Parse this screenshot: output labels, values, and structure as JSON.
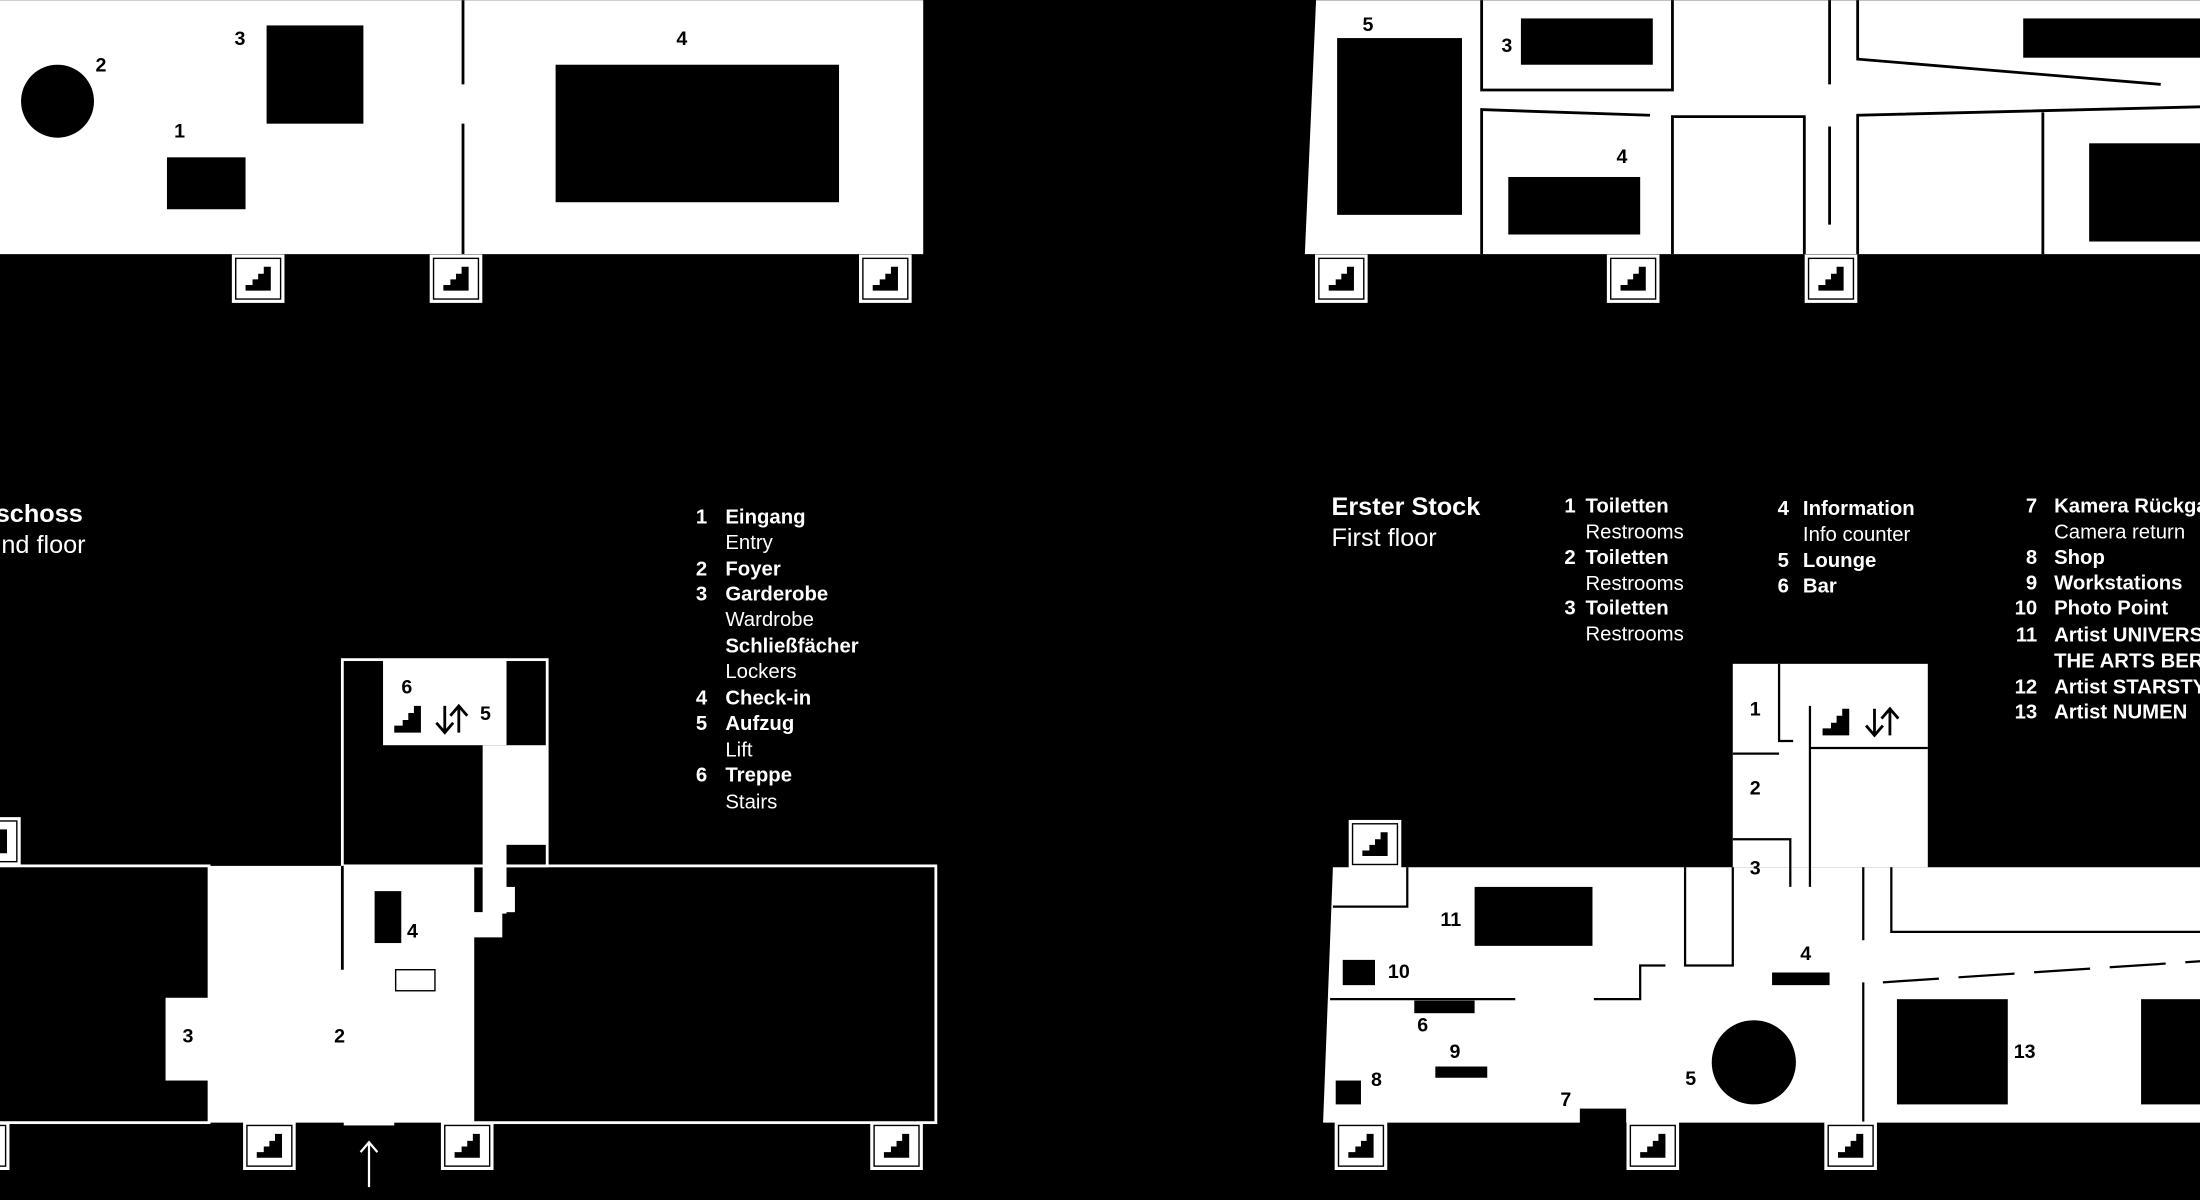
{
  "colors": {
    "background": "#000000",
    "floor": "#ffffff",
    "ink": "#000000"
  },
  "icons": {
    "stairs": "stairs-icon",
    "lift": "lift-arrows-icon",
    "entry": "entry-arrow-icon"
  },
  "upper_left_plan": {
    "labels": [
      "1",
      "2",
      "3",
      "4"
    ]
  },
  "upper_right_plan": {
    "labels": [
      "3",
      "4",
      "5"
    ]
  },
  "ground_floor": {
    "title_de": "eschoss",
    "title_en": "nd floor",
    "map_labels": {
      "n2": "2",
      "n3": "3",
      "n4": "4",
      "n5": "5",
      "n6": "6"
    },
    "legend": [
      {
        "n": "1",
        "de": "Eingang",
        "en": "Entry"
      },
      {
        "n": "2",
        "de": "Foyer"
      },
      {
        "n": "3",
        "de": "Garderobe",
        "en": "Wardrobe",
        "de2": "Schließfächer",
        "en2": "Lockers"
      },
      {
        "n": "4",
        "de": "Check-in"
      },
      {
        "n": "5",
        "de": "Aufzug",
        "en": "Lift"
      },
      {
        "n": "6",
        "de": "Treppe",
        "en": "Stairs"
      }
    ]
  },
  "first_floor": {
    "title_de": "Erster Stock",
    "title_en": "First floor",
    "map_labels": {
      "n1": "1",
      "n2": "2",
      "n3": "3",
      "n4": "4",
      "n5": "5",
      "n6": "6",
      "n7": "7",
      "n8": "8",
      "n9": "9",
      "n10": "10",
      "n11": "11",
      "n13": "13"
    },
    "legend": [
      {
        "n": "1",
        "de": "Toiletten",
        "en": "Restrooms"
      },
      {
        "n": "2",
        "de": "Toiletten",
        "en": "Restrooms"
      },
      {
        "n": "3",
        "de": "Toiletten",
        "en": "Restrooms"
      },
      {
        "n": "4",
        "de": "Information",
        "en": "Info counter"
      },
      {
        "n": "5",
        "de": "Lounge"
      },
      {
        "n": "6",
        "de": "Bar"
      },
      {
        "n": "7",
        "de": "Kamera Rückgabe",
        "en": "Camera return"
      },
      {
        "n": "8",
        "de": "Shop"
      },
      {
        "n": "9",
        "de": "Workstations"
      },
      {
        "n": "10",
        "de": "Photo Point"
      },
      {
        "n": "11",
        "de": "Artist UNIVERSITY OF",
        "de2": "THE ARTS BERLIN"
      },
      {
        "n": "12",
        "de": "Artist STARSTYLING"
      },
      {
        "n": "13",
        "de": "Artist NUMEN"
      }
    ]
  }
}
